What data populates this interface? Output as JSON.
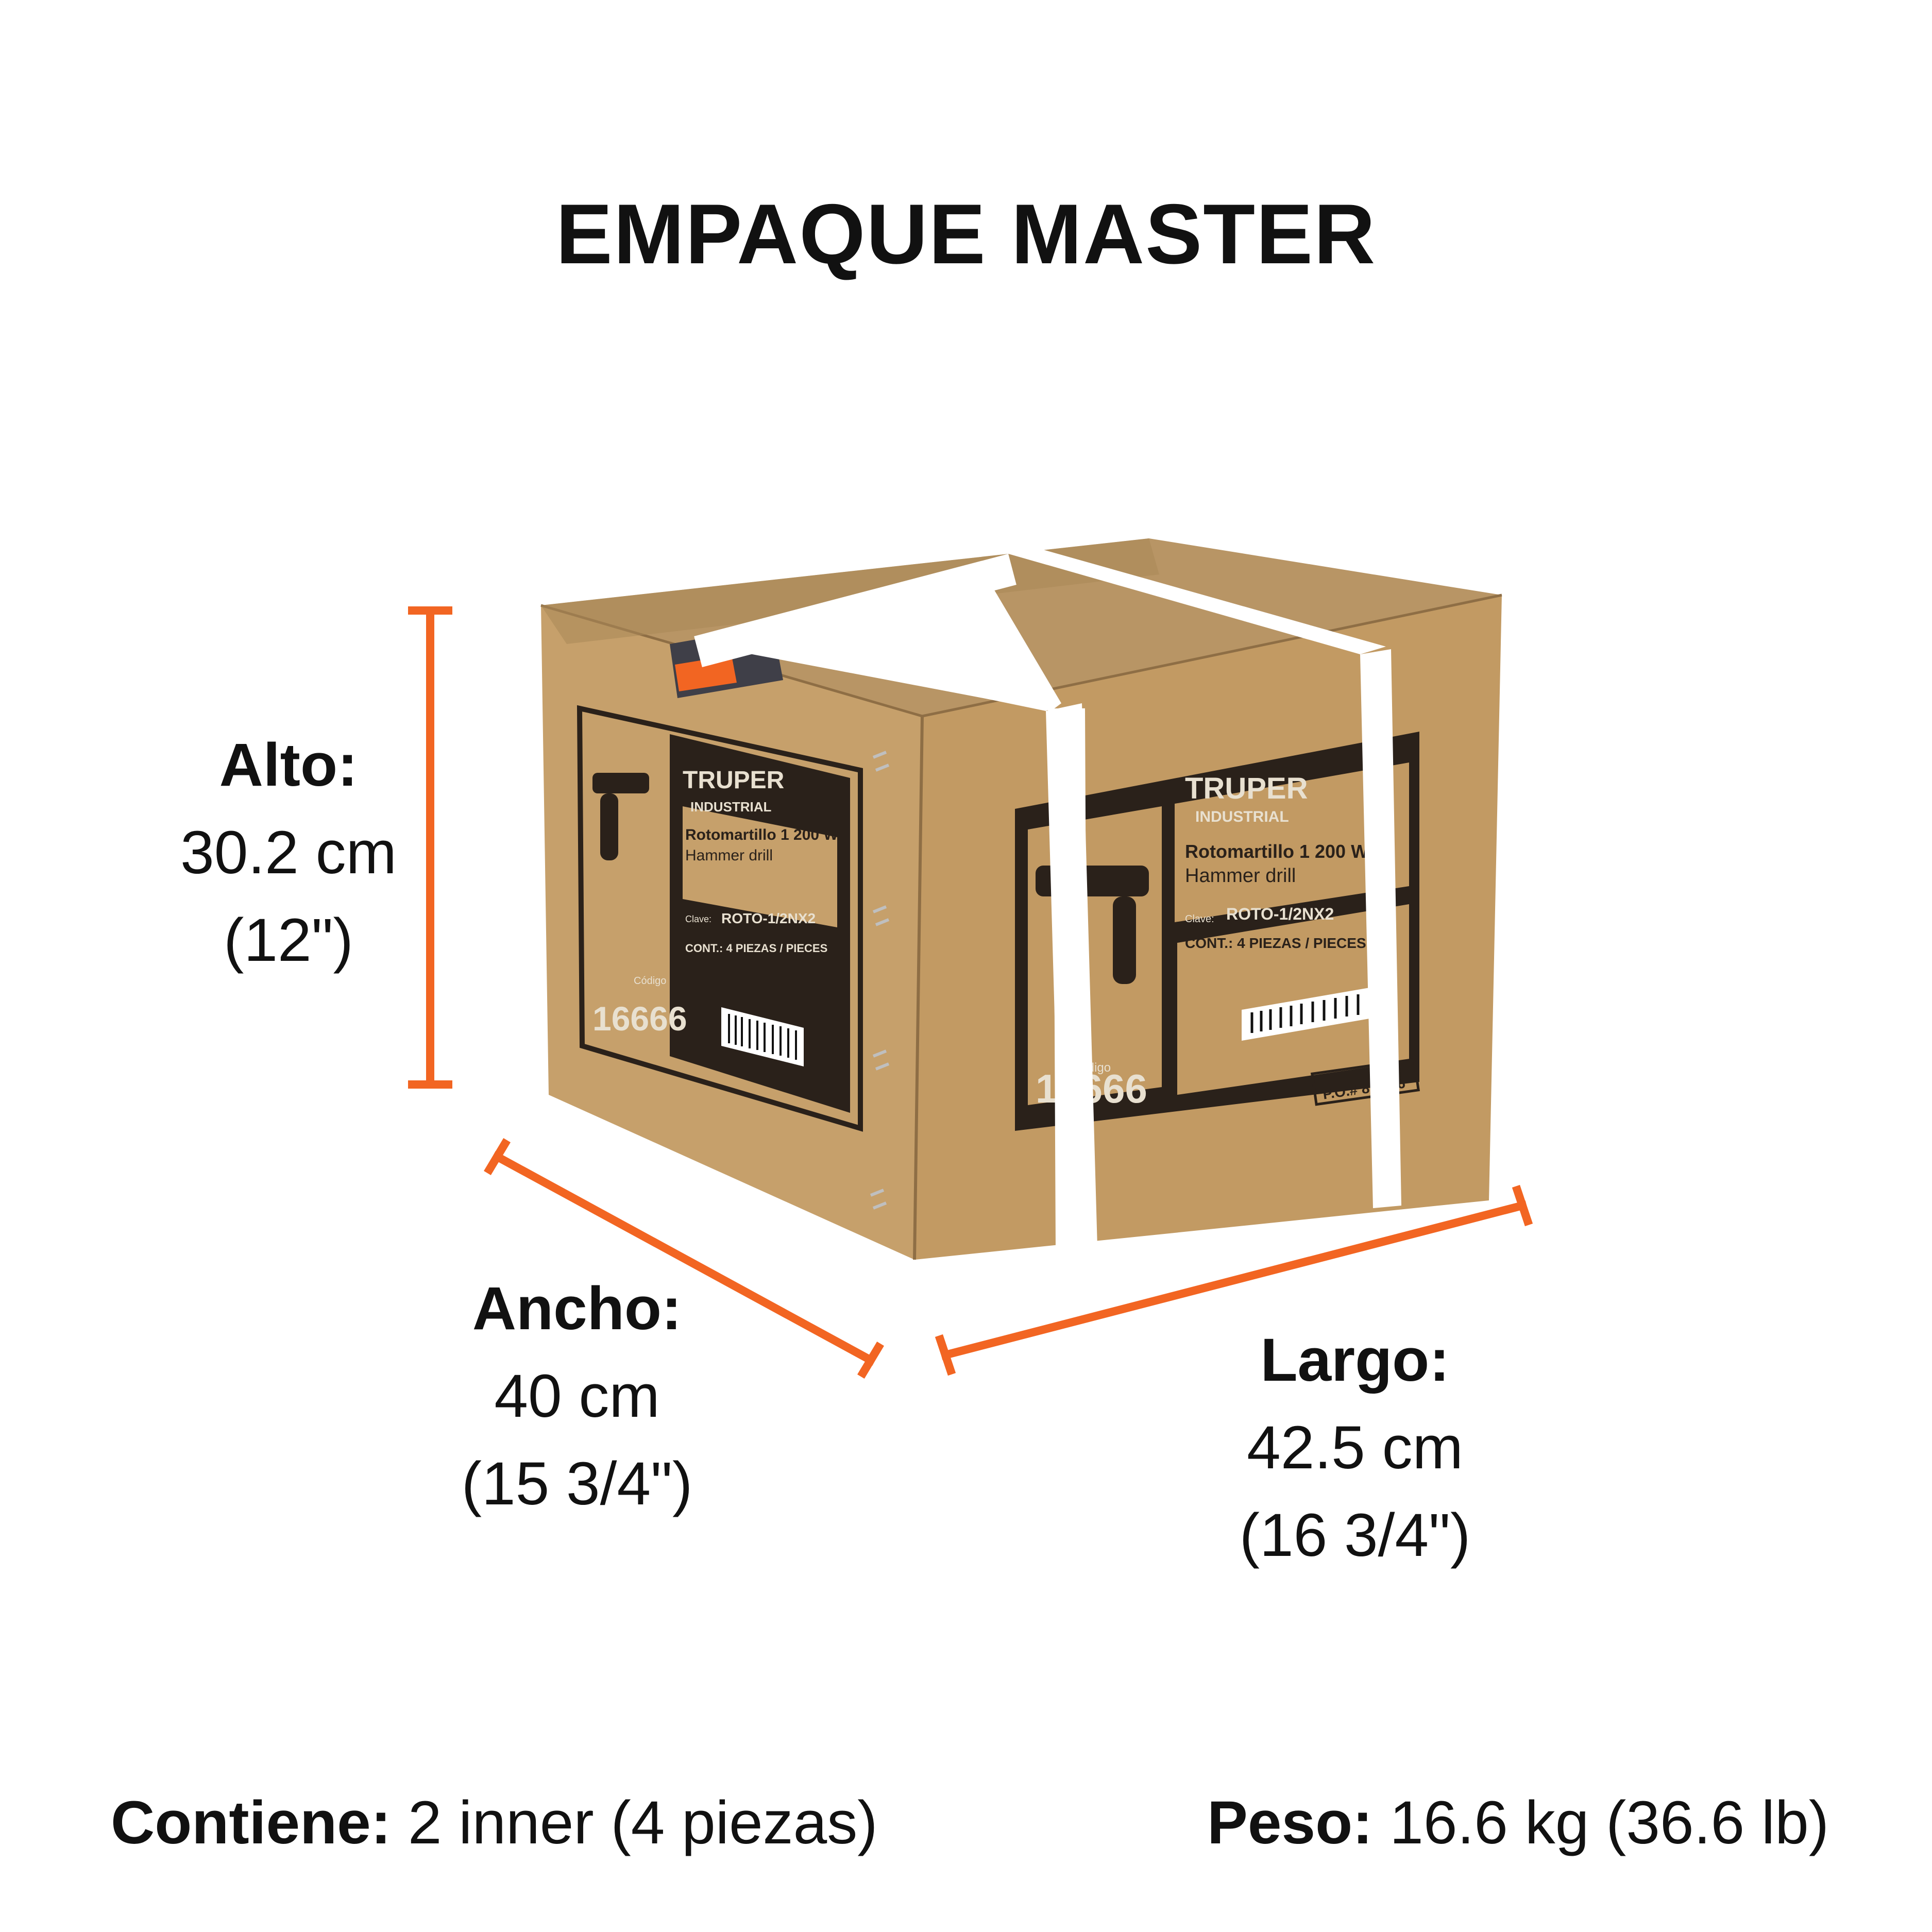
{
  "title": "EMPAQUE MASTER",
  "colors": {
    "accent": "#F26522",
    "cardboard": "#C49A64",
    "panel_dark": "#2A211A",
    "strap": "#FFFFFF"
  },
  "dimensions": {
    "alto": {
      "label": "Alto:",
      "metric": "30.2 cm",
      "imperial": "(12\")"
    },
    "ancho": {
      "label": "Ancho:",
      "metric": "40 cm",
      "imperial": "(15 3/4\")"
    },
    "largo": {
      "label": "Largo:",
      "metric": "42.5 cm",
      "imperial": "(16 3/4\")"
    }
  },
  "footer": {
    "contiene_label": "Contiene:",
    "contiene_value": "2 inner (4 piezas)",
    "peso_label": "Peso:",
    "peso_value": "16.6 kg (36.6 lb)"
  },
  "box_print": {
    "brand": "TRUPER",
    "sub_brand": "INDUSTRIAL",
    "product_es": "Rotomartillo 1 200 W",
    "product_en": "Hammer drill",
    "clave_label": "Clave:",
    "clave_value": "ROTO-1/2NX2",
    "content": "CONT.: 4 PIEZAS / PIECES",
    "codigo_label": "Código",
    "codigo_value": "16666",
    "po": "P.O.# 81 226"
  }
}
